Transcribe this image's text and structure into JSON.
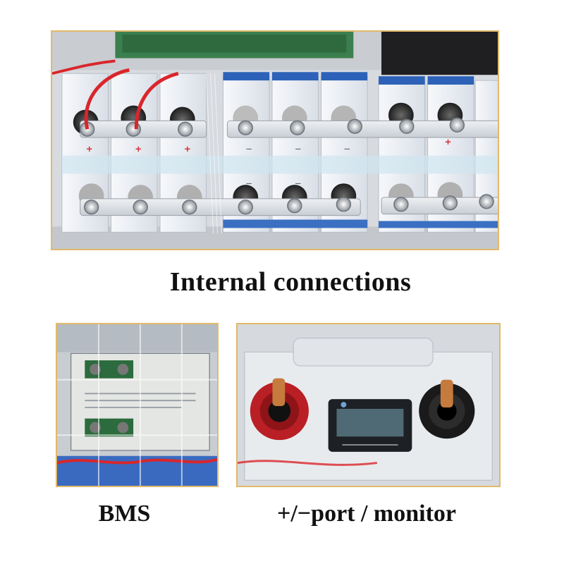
{
  "captions": {
    "internal": "Internal  connections",
    "bms": "BMS",
    "port": "+/−port  /  monitor"
  },
  "colors": {
    "frame": "#e2b96b",
    "cell_white": "#eef1f6",
    "cell_blue": "#2d62b8",
    "busbar": "#d9dde2",
    "wire_red": "#d9262b",
    "terminal_black": "#1a1a1a",
    "monitor_screen": "#4f6a74"
  },
  "icons": {
    "positive_mark": "plus-sign",
    "negative_mark": "minus-sign"
  }
}
